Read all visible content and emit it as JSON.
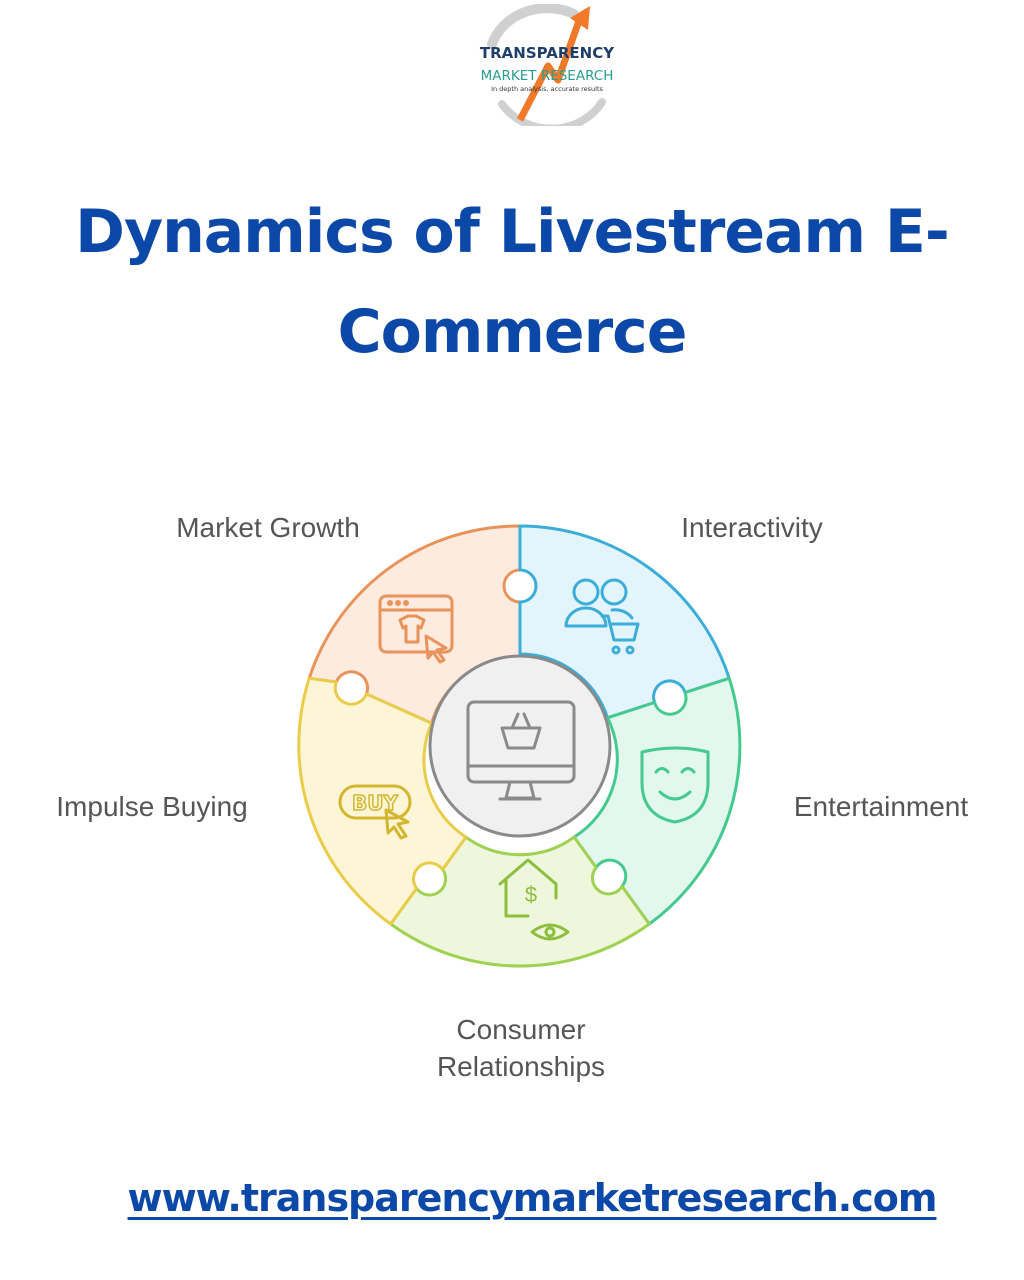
{
  "logo": {
    "line1": "TRANSPARENCY",
    "line2": "MARKET RESEARCH",
    "tagline": "In depth analysis, accurate results"
  },
  "title": {
    "line1": "Dynamics of Livestream E-",
    "line2": "Commerce"
  },
  "diagram": {
    "segments": [
      {
        "label": "Market Growth",
        "icon": "browser-shirt-cursor-icon",
        "color": "#e8935a",
        "fill": "#fdebe0"
      },
      {
        "label": "Interactivity",
        "icon": "people-cart-icon",
        "color": "#3aaed8",
        "fill": "#e3f4fb"
      },
      {
        "label": "Entertainment",
        "icon": "smiling-mask-icon",
        "color": "#44c98e",
        "fill": "#e2f8ee"
      },
      {
        "label_lines": [
          "Consumer",
          "Relationships"
        ],
        "icon": "house-dollar-eye-icon",
        "color": "#9fd152",
        "fill": "#eef7dc"
      },
      {
        "label": "Impulse Buying",
        "icon": "buy-button-cursor-icon",
        "color": "#e8cc4a",
        "fill": "#fcf6d6"
      }
    ],
    "center": {
      "icon": "monitor-basket-icon",
      "color": "#8a8a8a",
      "fill": "#f0f0f0"
    }
  },
  "footer": {
    "website": "www.transparencymarketresearch.com"
  }
}
